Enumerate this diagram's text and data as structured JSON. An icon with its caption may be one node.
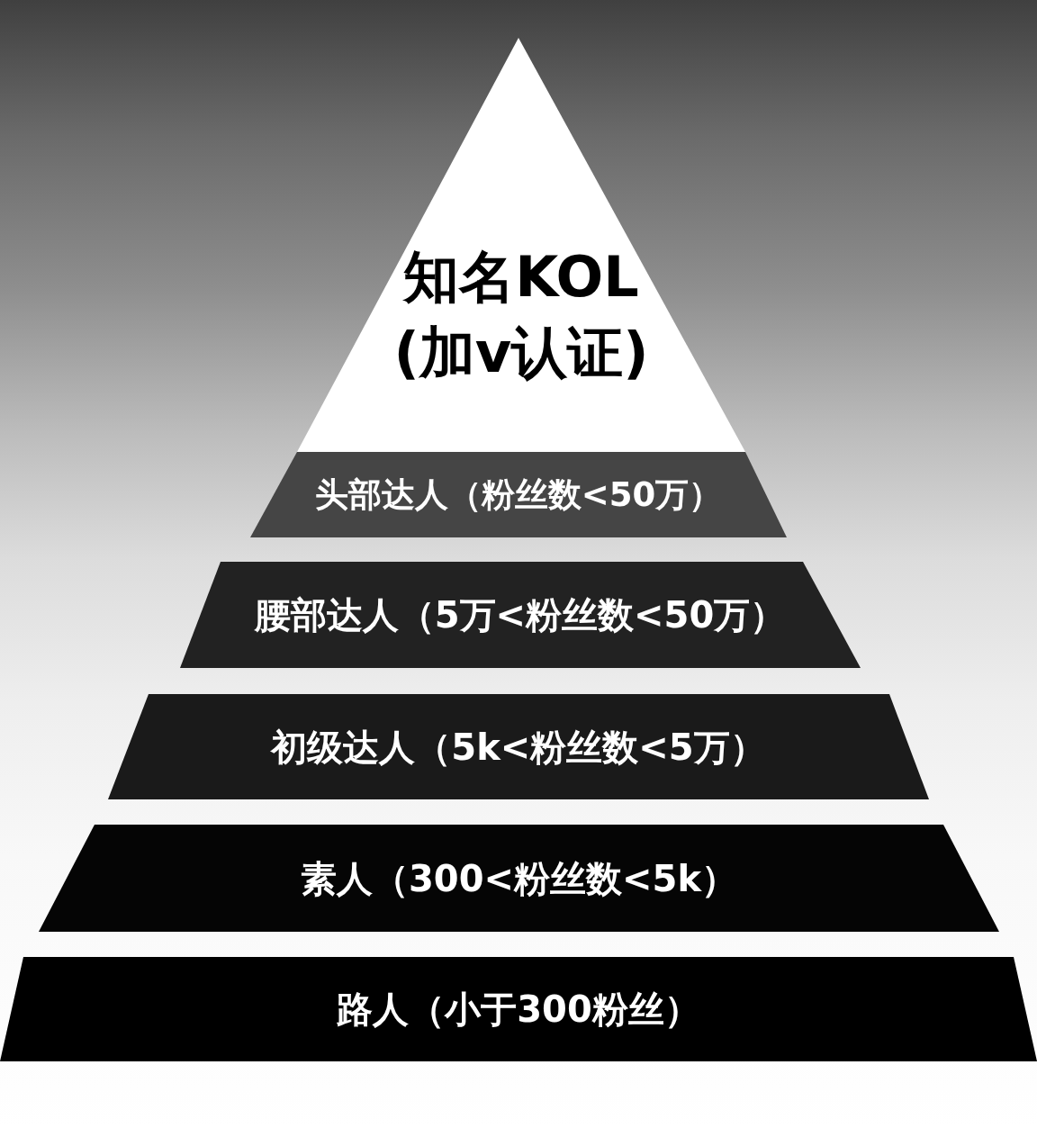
{
  "diagram": {
    "nodes": [
      {
        "text": [
          "知名KOL",
          "(加v认证)"
        ]
      },
      {
        "text": [
          "头部达人（粉丝数<50万）"
        ]
      },
      {
        "text": [
          "腰部达人（5万<粉丝数<50万）"
        ]
      },
      {
        "text": [
          "初级达人（5k<粉丝数<5万）"
        ]
      },
      {
        "text": [
          "素人（300<粉丝数<5k）"
        ]
      },
      {
        "text": [
          "路人（小于300粉丝）"
        ]
      }
    ]
  }
}
